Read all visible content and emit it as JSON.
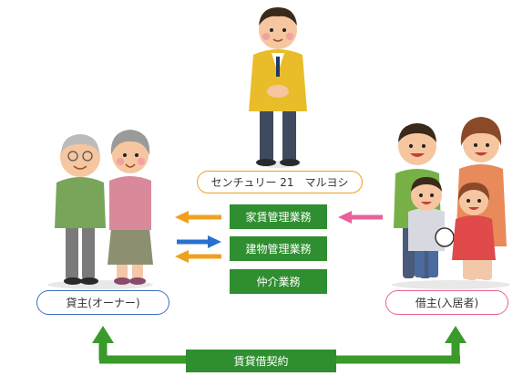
{
  "center_label": "センチュリー 21　マルヨシ",
  "owner_label": "貸主(オーナー)",
  "tenant_label": "借主(入居者)",
  "services": [
    "家賃管理業務",
    "建物管理業務",
    "仲介業務"
  ],
  "contract_label": "賃貸借契約",
  "colors": {
    "green": "#2f8e2f",
    "orange": "#f0a020",
    "blue": "#2a6fd0",
    "pink": "#e8619a"
  }
}
